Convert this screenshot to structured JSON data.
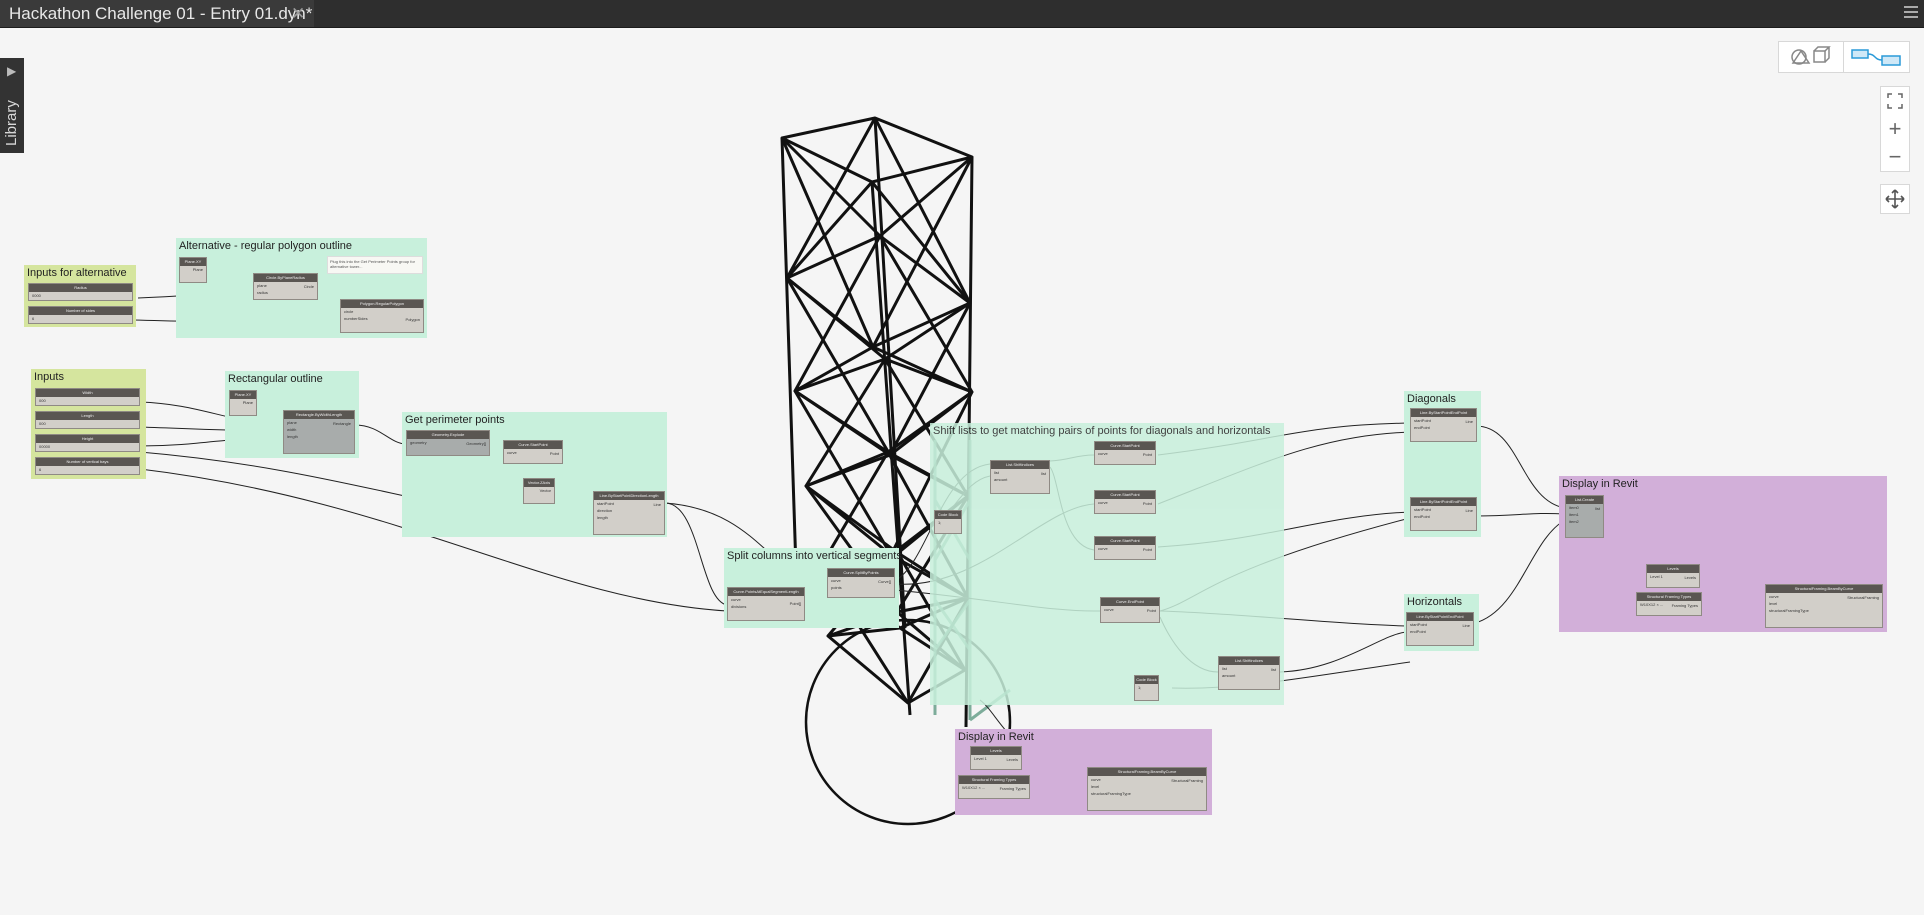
{
  "tab": {
    "title": "Hackathon Challenge 01 - Entry 01.dyn*",
    "close": "✕"
  },
  "library": {
    "label": "Library"
  },
  "zoom": {
    "fit": "⛶",
    "in": "+",
    "out": "−"
  },
  "colors": {
    "input_group": "#d5e59e",
    "process_group": "#c8f0dc",
    "revit_group": "#d2afd9",
    "canvas": "#f5f5f5"
  },
  "groups": {
    "inputs_alt": "Inputs for alternative",
    "alt_polygon": "Alternative - regular polygon outline",
    "inputs": "Inputs",
    "rect_outline": "Rectangular outline",
    "perimeter": "Get perimeter points",
    "split_columns": "Split columns into vertical segments",
    "shift_lists": "Shift lists to get matching pairs of points for diagonals and horizontals",
    "diagonals": "Diagonals",
    "horizontals": "Horizontals",
    "display_revit_right": "Display in Revit",
    "display_revit_bottom": "Display in Revit"
  },
  "nodes": {
    "radius": {
      "title": "Radius",
      "value": "0000"
    },
    "num_sides": {
      "title": "Number of sides",
      "value": "6"
    },
    "plane_alt": {
      "title": "Plane.XY",
      "out": "Plane"
    },
    "circle": {
      "title": "Circle.ByPlaneRadius",
      "in1": "plane",
      "in2": "radius",
      "out": "Circle"
    },
    "polygon": {
      "title": "Polygon.RegularPolygon",
      "in1": "circle",
      "in2": "numberSides",
      "out": "Polygon"
    },
    "note": {
      "text": "Plug this into the Get Perimeter Points group for alternative tower..."
    },
    "width": {
      "title": "Width",
      "value": "000"
    },
    "length": {
      "title": "Length",
      "value": "000"
    },
    "height": {
      "title": "Height",
      "value": "00000"
    },
    "bays": {
      "title": "Number of vertical bays",
      "value": "6"
    },
    "plane_rect": {
      "title": "Plane.XY",
      "out": "Plane"
    },
    "rectangle": {
      "title": "Rectangle.ByWidthLength",
      "in1": "plane",
      "in2": "width",
      "in3": "length",
      "out": "Rectangle"
    },
    "explode": {
      "title": "Geometry.Explode",
      "in1": "geometry",
      "out": "Geometry[]"
    },
    "startpoint": {
      "title": "Curve.StartPoint",
      "in1": "curve",
      "out": "Point"
    },
    "vector": {
      "title": "Vector.ZAxis",
      "out": "Vector"
    },
    "line_dir": {
      "title": "Line.ByStartPointDirectionLength",
      "in1": "startPoint",
      "in2": "direction",
      "in3": "length",
      "out": "Line"
    },
    "points_at": {
      "title": "Curve.PointsAtEqualSegmentLength",
      "in1": "curve",
      "in2": "divisions",
      "out": "Point[]"
    },
    "split": {
      "title": "Curve.SplitByPoints",
      "in1": "curve",
      "in2": "points",
      "out": "Curve[]"
    },
    "shift1": {
      "title": "List.ShiftIndices",
      "in1": "list",
      "in2": "amount",
      "out": "list"
    },
    "code1": {
      "title": "Code Block",
      "value": "1;"
    },
    "sp1": {
      "title": "Curve.StartPoint",
      "in1": "curve",
      "out": "Point"
    },
    "sp2": {
      "title": "Curve.StartPoint",
      "in1": "curve",
      "out": "Point"
    },
    "sp3": {
      "title": "Curve.StartPoint",
      "in1": "curve",
      "out": "Point"
    },
    "endpoint": {
      "title": "Curve.EndPoint",
      "in1": "curve",
      "out": "Point"
    },
    "code2": {
      "title": "Code Block",
      "value": "1;"
    },
    "shift2": {
      "title": "List.ShiftIndices",
      "in1": "list",
      "in2": "amount",
      "out": "list"
    },
    "diag1": {
      "title": "Line.ByStartPointEndPoint",
      "in1": "startPoint",
      "in2": "endPoint",
      "out": "Line"
    },
    "diag2": {
      "title": "Line.ByStartPointEndPoint",
      "in1": "startPoint",
      "in2": "endPoint",
      "out": "Line"
    },
    "horiz": {
      "title": "Line.ByStartPointEndPoint",
      "in1": "startPoint",
      "in2": "endPoint",
      "out": "Line"
    },
    "list_create": {
      "title": "List.Create",
      "in1": "item0",
      "in2": "item1",
      "in3": "item2",
      "out": "list"
    },
    "levels_r": {
      "title": "Levels",
      "value": "Level 1",
      "out": "Levels"
    },
    "sft_r": {
      "title": "Structural Framing Types",
      "value": "W10X12 × ...",
      "out": "Framing Types"
    },
    "beam_r": {
      "title": "StructuralFraming.BeamByCurve",
      "in1": "curve",
      "in2": "level",
      "in3": "structuralFramingType",
      "out": "StructuralFraming"
    },
    "levels_b": {
      "title": "Levels",
      "value": "Level 1",
      "out": "Levels"
    },
    "sft_b": {
      "title": "Structural Framing Types",
      "value": "W10X12 × ...",
      "out": "Framing Types"
    },
    "beam_b": {
      "title": "StructuralFraming.BeamByCurve",
      "in1": "curve",
      "in2": "level",
      "in3": "structuralFramingType",
      "out": "StructuralFraming"
    }
  }
}
